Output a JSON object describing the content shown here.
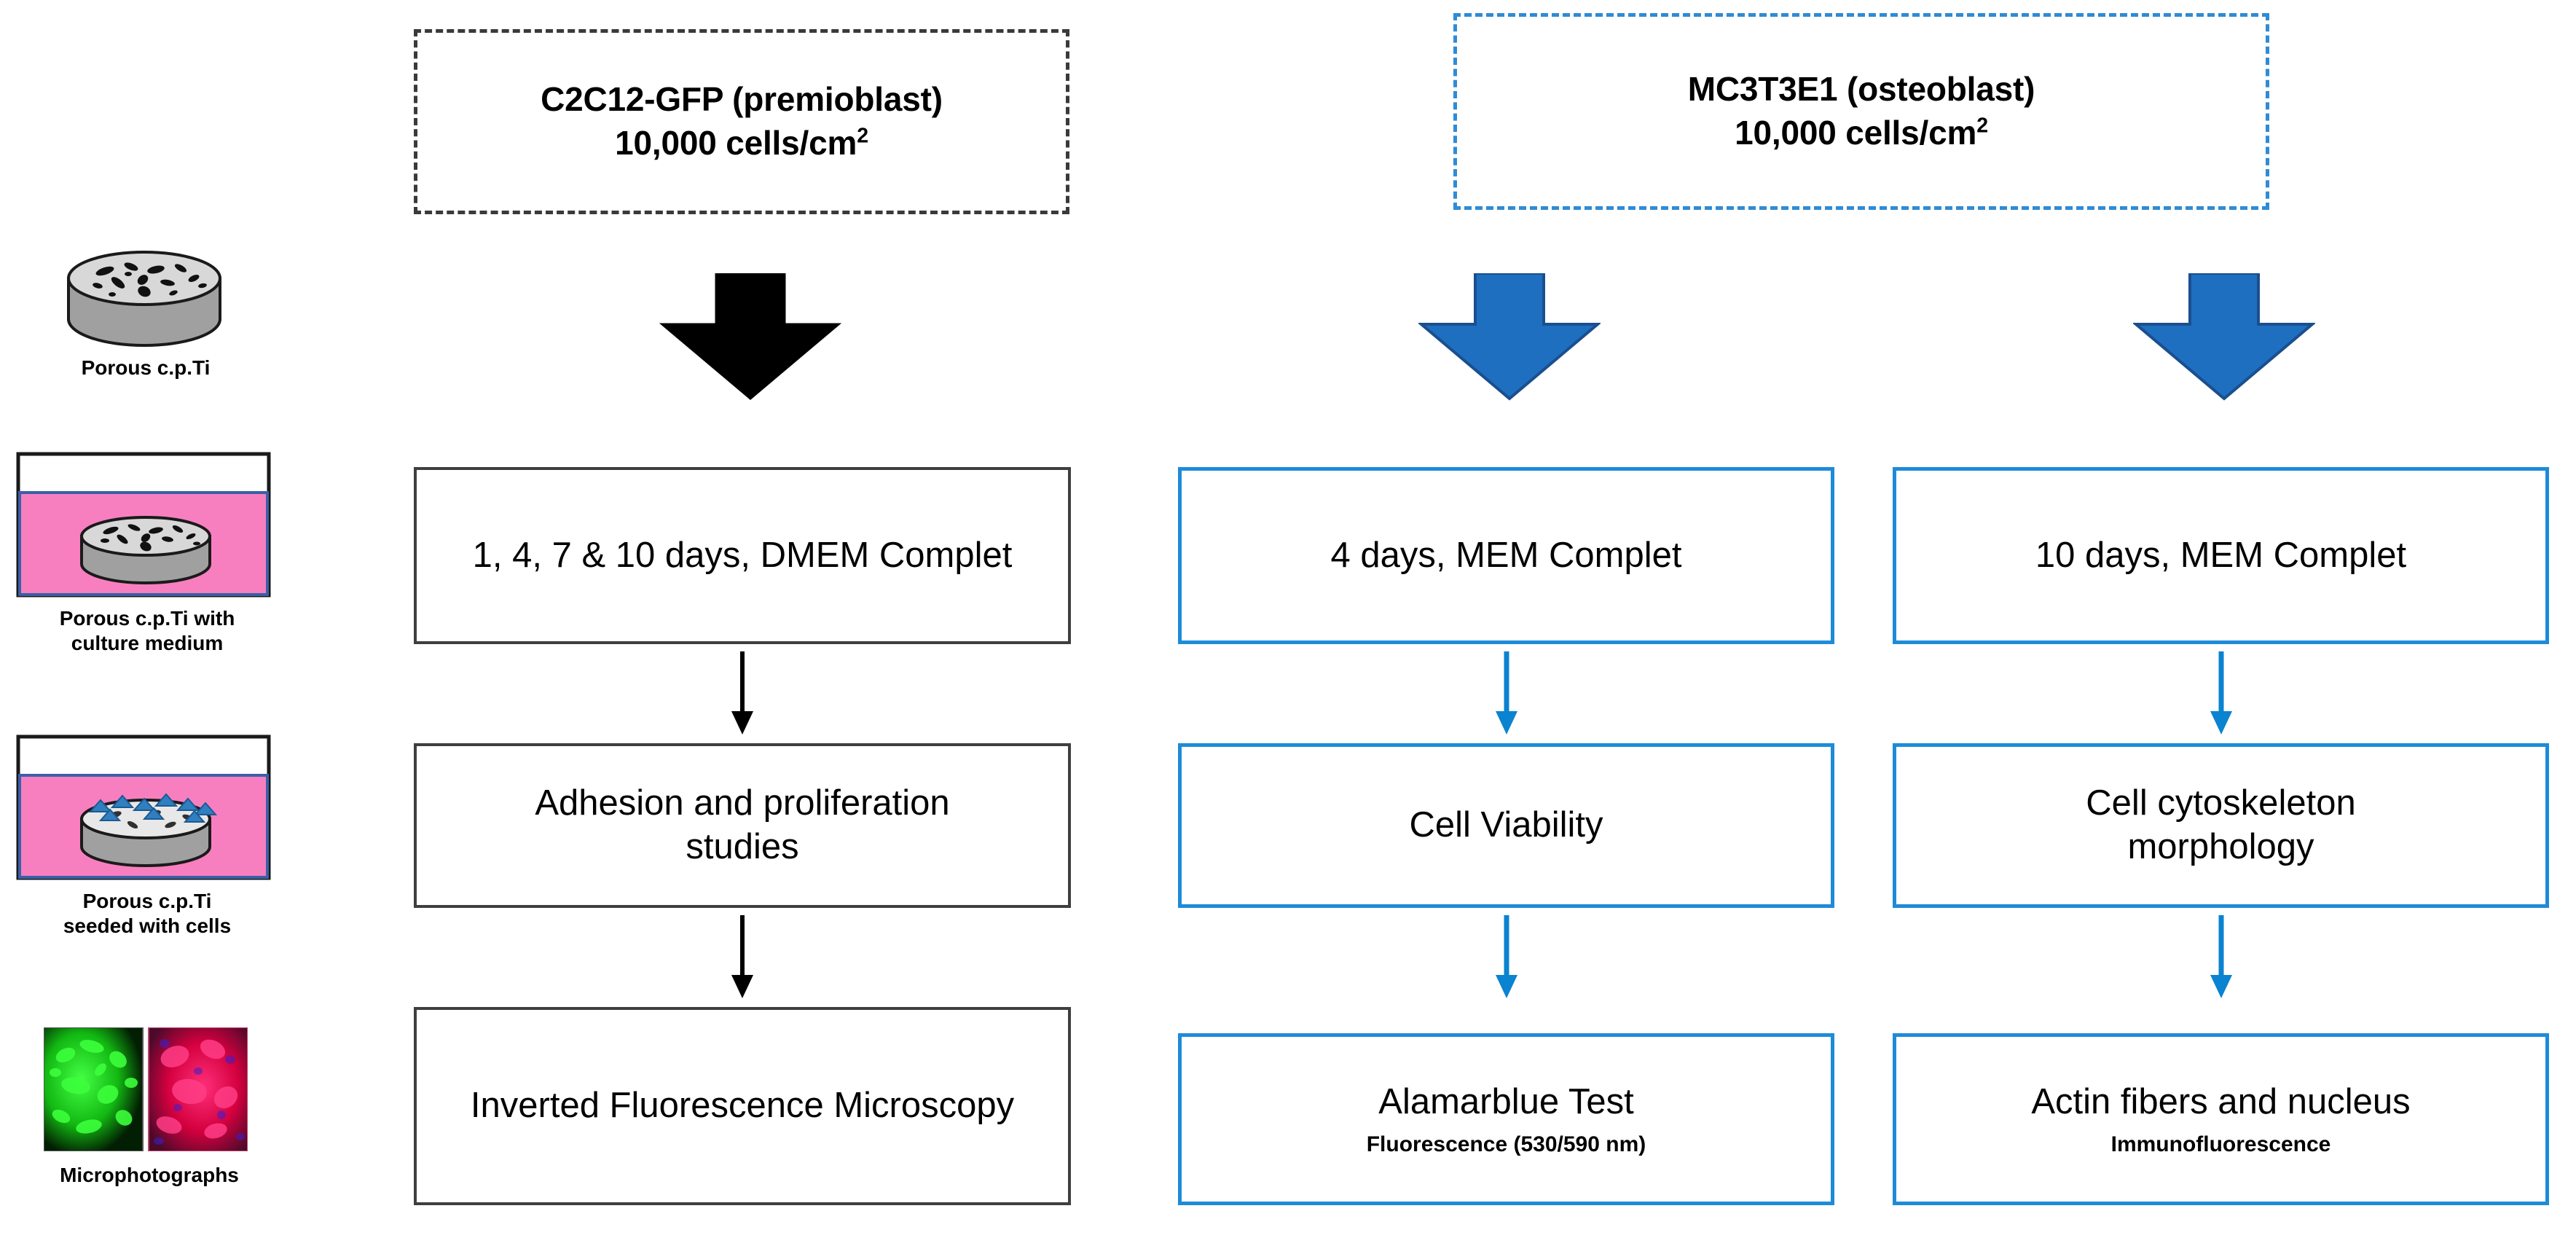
{
  "figure": {
    "type": "experimental-workflow-diagram",
    "colors": {
      "black_stroke": "#3f3f3f",
      "blue_stroke": "#1E8BD8",
      "blue_arrow_fill": "#1F6FC0",
      "medium_pink": "#F77FC0",
      "titanium_gray": "#9e9e9e",
      "gfp_green": "#1fd01f",
      "nucleus_red": "#e0114f"
    }
  },
  "sidebar": {
    "items": [
      {
        "icon": "porous-titanium-disc",
        "caption": "Porous c.p.Ti"
      },
      {
        "icon": "beaker-with-disc-in-medium",
        "caption_line1": "Porous c.p.Ti with",
        "caption_line2": "culture medium"
      },
      {
        "icon": "beaker-with-seeded-disc",
        "caption_line1": "Porous c.p.Ti",
        "caption_line2": "seeded with cells"
      },
      {
        "icon": "fluorescence-micrographs",
        "caption": "Microphotographs"
      }
    ]
  },
  "columns": [
    {
      "id": "c2c12",
      "style": "black",
      "header": {
        "line1": "C2C12-GFP (premioblast)",
        "line2_pre": "10,000 cells/cm",
        "line2_sup": "2"
      },
      "arrow": "black-block-arrow-down",
      "steps": [
        {
          "title": "1, 4, 7 & 10 days, DMEM Complet",
          "subtitle": ""
        },
        {
          "title": "Adhesion and proliferation studies",
          "subtitle": ""
        },
        {
          "title": "Inverted Fluorescence Microscopy",
          "subtitle": ""
        }
      ]
    },
    {
      "id": "mc3t3e1-4days",
      "style": "blue",
      "header": {
        "line1": "MC3T3E1 (osteoblast)",
        "line2_pre": "10,000 cells/cm",
        "line2_sup": "2"
      },
      "arrow": "blue-block-arrow-down",
      "steps": [
        {
          "title": "4 days, MEM Complet",
          "subtitle": ""
        },
        {
          "title": "Cell Viability",
          "subtitle": ""
        },
        {
          "title": "Alamarblue Test",
          "subtitle": "Fluorescence (530/590 nm)"
        }
      ]
    },
    {
      "id": "mc3t3e1-10days",
      "style": "blue",
      "header": null,
      "arrow": "blue-block-arrow-down",
      "steps": [
        {
          "title": "10 days, MEM Complet",
          "subtitle": ""
        },
        {
          "title": "Cell cytoskeleton morphology",
          "subtitle": ""
        },
        {
          "title": "Actin fibers and nucleus",
          "subtitle": "Immunofluorescence"
        }
      ]
    }
  ]
}
